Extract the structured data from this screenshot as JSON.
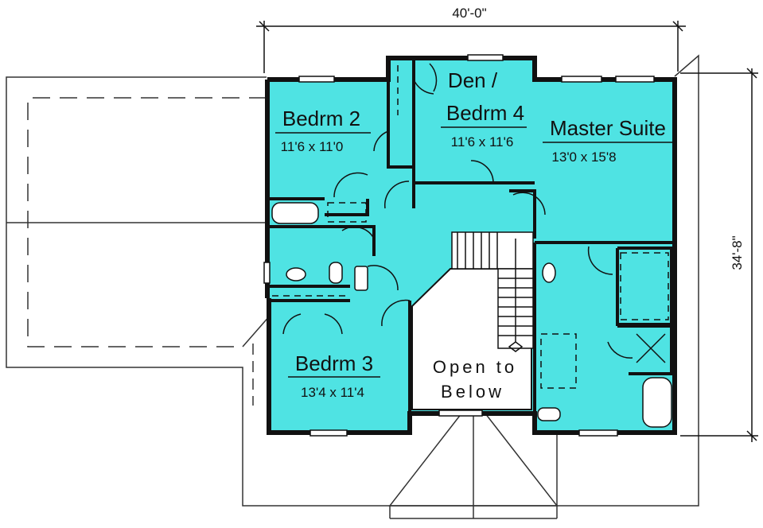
{
  "dimensions": {
    "width": "40'-0\"",
    "depth": "34'-8\""
  },
  "rooms": {
    "bedroom2": {
      "name": "Bedrm 2",
      "size": "11'6 x 11'0"
    },
    "den": {
      "name_line1": "Den /",
      "name_line2": "Bedrm 4",
      "size": "11'6 x 11'6"
    },
    "master": {
      "name": "Master Suite",
      "size": "13'0 x 15'8"
    },
    "bedroom3": {
      "name": "Bedrm 3",
      "size": "13'4 x 11'4"
    },
    "open": {
      "line1": "Open to",
      "line2": "Below"
    }
  },
  "colors": {
    "room_fill": "#4fe3e3",
    "wall": "#111111",
    "background": "#ffffff"
  }
}
